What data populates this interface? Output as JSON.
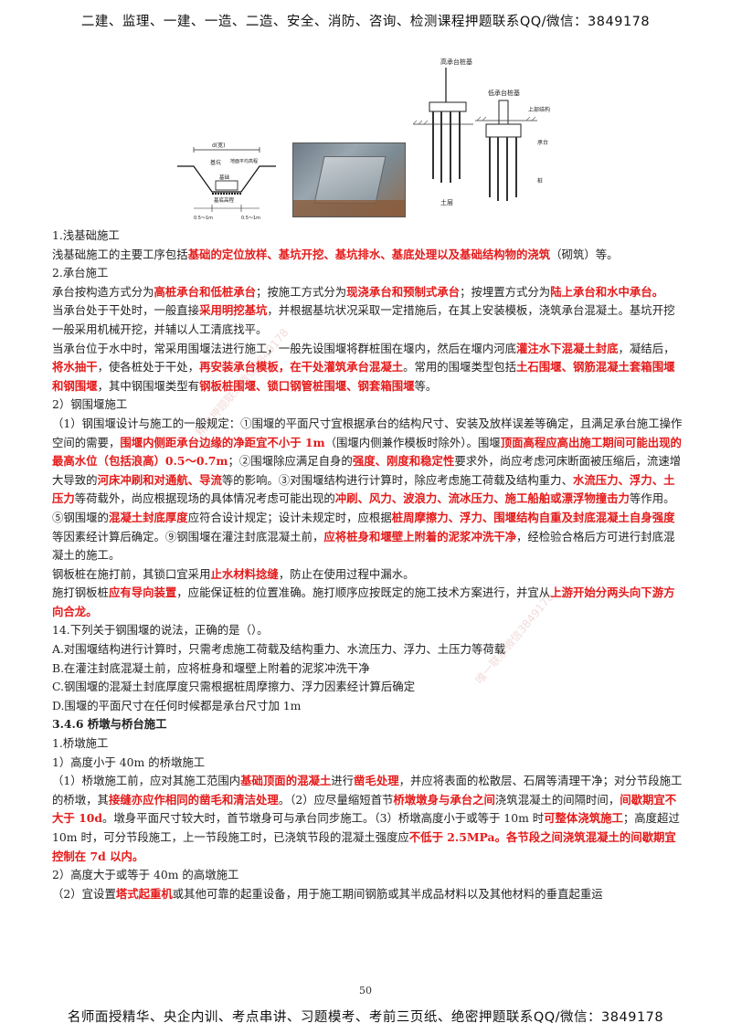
{
  "header": {
    "top_text": "二建、监理、一建、一造、二造、安全、消防、咨询、检测课程押题联系QQ/微信：3849178"
  },
  "footer": {
    "bottom_text": "名师面授精华、央企内训、考点串讲、习题模考、考前三页纸、绝密押题联系QQ/微信：3849178",
    "page_number": "50"
  },
  "figures": {
    "foundation_pit": {
      "dim_top": "d(宽)",
      "label_pit": "基坑",
      "label_ground": "地面平均高程",
      "label_foundation": "基础",
      "label_bottom": "基底高程",
      "dim_left": "0.5～1m",
      "dim_right": "0.5～1m"
    },
    "pile_cap": {
      "label_high": "高承台桩基",
      "label_low": "低承台桩基",
      "label_superstructure": "上部结构",
      "label_cap": "承台",
      "label_pile": "桩",
      "label_soil": "土层"
    }
  },
  "watermarks": [
    "精准押题联系微信3849178",
    "唯一联系微信3849178"
  ],
  "body": {
    "s1_title": "1.浅基础施工",
    "s1_p1": "浅基础施工的主要工序包括",
    "s1_p1_r": "基础的定位放样、基坑开挖、基坑排水、基底处理以及基础结构物的浇筑",
    "s1_p1_end": "（砌筑）等。",
    "s2_title": "2.承台施工",
    "s2_p1_a": "承台按构造方式分为",
    "s2_p1_r1": "高桩承台和低桩承台",
    "s2_p1_b": "；按施工方式分为",
    "s2_p1_r2": "现浇承台和预制式承台",
    "s2_p1_c": "；按埋置方式分为",
    "s2_p1_r3": "陆上承台和水中承台。",
    "s2_p2_a": "当承台处于干处时，一般直接",
    "s2_p2_r": "采用明挖基坑",
    "s2_p2_b": "，并根据基坑状况采取一定措施后，在其上安装模板，浇筑承台混凝土。基坑开挖一般采用机械开挖，并辅以人工清底找平。",
    "s2_p3_a": "当承台位于水中时，常采用围堰法进行施工，一般先设围堰将群桩围在堰内，然后在堰内河底",
    "s2_p3_r1": "灌注水下混凝土封底",
    "s2_p3_b": "，凝结后，",
    "s2_p3_r2": "将水抽干",
    "s2_p3_c": "，使各桩处于干处，",
    "s2_p3_r3": "再安装承台模板，在干处灌筑承台混凝土",
    "s2_p3_d": "。常用的围堰类型包括",
    "s2_p3_r4": "土石围堰、钢筋混凝土套箱围堰和钢围堰",
    "s2_p3_e": "，其中钢围堰类型有",
    "s2_p3_r5": "钢板桩围堰、锁口钢管桩围堰、钢套箱围堰",
    "s2_p3_f": "等。",
    "s2_sub": "2）钢围堰施工",
    "s2_p4_a": "（1）钢围堰设计与施工的一般规定：①围堰的平面尺寸宜根据承台的结构尺寸、安装及放样误差等确定，且满足承台施工操作空间的需要，",
    "s2_p4_r1": "围堰内侧距承台边缘的净距宜不小于 1m",
    "s2_p4_b": "（围堰内侧兼作模板时除外）。围堰",
    "s2_p4_r2": "顶面高程应高出施工期间可能出现的最高水位（包括浪高）0.5～0.7m",
    "s2_p4_c": "；②围堰除应满足自身的",
    "s2_p4_r3": "强度、刚度和稳定性",
    "s2_p4_d": "要求外，尚应考虑河床断面被压缩后，流速增大导致的",
    "s2_p4_r4": "河床冲刷和对通航、导流",
    "s2_p4_e": "等的影响。③对围堰结构进行计算时，除应考虑施工荷载及结构重力、",
    "s2_p4_r5": "水流压力、浮力、土压力",
    "s2_p4_f": "等荷载外，尚应根据现场的具体情况考虑可能出现的",
    "s2_p4_r6": "冲刷、风力、波浪力、流冰压力、施工船舶或漂浮物撞击力",
    "s2_p4_g": "等作用。⑤钢围堰的",
    "s2_p4_r7": "混凝土封底厚度",
    "s2_p4_h": "应符合设计规定；设计未规定时，应根据",
    "s2_p4_r8": "桩周摩擦力、浮力、围堰结构自重及封底混凝土自身强度",
    "s2_p4_i": "等因素经计算后确定。⑨钢围堰在灌注封底混凝土前，",
    "s2_p4_r9": "应将桩身和堰壁上附着的泥浆冲洗干净",
    "s2_p4_j": "，经检验合格后方可进行封底混凝土的施工。",
    "s2_p5_a": "钢板桩在施打前，其锁口宜采用",
    "s2_p5_r": "止水材料捻缝",
    "s2_p5_b": "，防止在使用过程中漏水。",
    "s2_p6_a": "施打钢板桩",
    "s2_p6_r1": "应有导向装置",
    "s2_p6_b": "，应能保证桩的位置准确。施打顺序应按既定的施工技术方案进行，并宜从",
    "s2_p6_r2": "上游开始分两头向下游方向合龙。",
    "q14": "14.下列关于钢围堰的说法，正确的是（）。",
    "q14_a": "A.对围堰结构进行计算时，只需考虑施工荷载及结构重力、水流压力、浮力、土压力等荷载",
    "q14_b": "B.在灌注封底混凝土前，应将桩身和堰壁上附着的泥浆冲洗干净",
    "q14_c": "C.钢围堰的混凝土封底厚度只需根据桩周摩擦力、浮力因素经计算后确定",
    "q14_d": "D.围堰的平面尺寸在任何时候都是承台尺寸加 1m",
    "s3_title": "3.4.6 桥墩与桥台施工",
    "s3_sub1": "1.桥墩施工",
    "s3_sub2": "1）高度小于 40m 的桥墩施工",
    "s3_p1_a": "（1）桥墩施工前，应对其施工范围内",
    "s3_p1_r1": "基础顶面的混凝土",
    "s3_p1_b": "进行",
    "s3_p1_r2": "凿毛处理",
    "s3_p1_c": "，并应将表面的松散层、石屑等清理干净；对分节段施工的桥墩，其",
    "s3_p1_r3": "接缝亦应作相同的凿毛和清洁处理",
    "s3_p1_d": "。（2）应尽量缩短首节",
    "s3_p1_r4": "桥墩墩身与承台之间",
    "s3_p1_e": "浇筑混凝土的间隔时间，",
    "s3_p1_r5": "间歇期宜不大于 10d",
    "s3_p1_f": "。墩身平面尺寸较大时，首节墩身可与承台同步施工。（3）桥墩高度小于或等于 10m 时",
    "s3_p1_r6": "可整体浇筑施工",
    "s3_p1_g": "；高度超过 10m 时，可分节段施工，上一节段施工时，已浇筑节段的混凝土强度应",
    "s3_p1_r7": "不低于 2.5MPa。各节段之间浇筑混凝土的间歇期宜控制在 7d 以内。",
    "s3_sub3": "2）高度大于或等于 40m 的高墩施工",
    "s3_p2_a": "（2）宜设置",
    "s3_p2_r": "塔式起重机",
    "s3_p2_b": "或其他可靠的起重设备，用于施工期间钢筋或其半成品材料以及其他材料的垂直起重运"
  }
}
